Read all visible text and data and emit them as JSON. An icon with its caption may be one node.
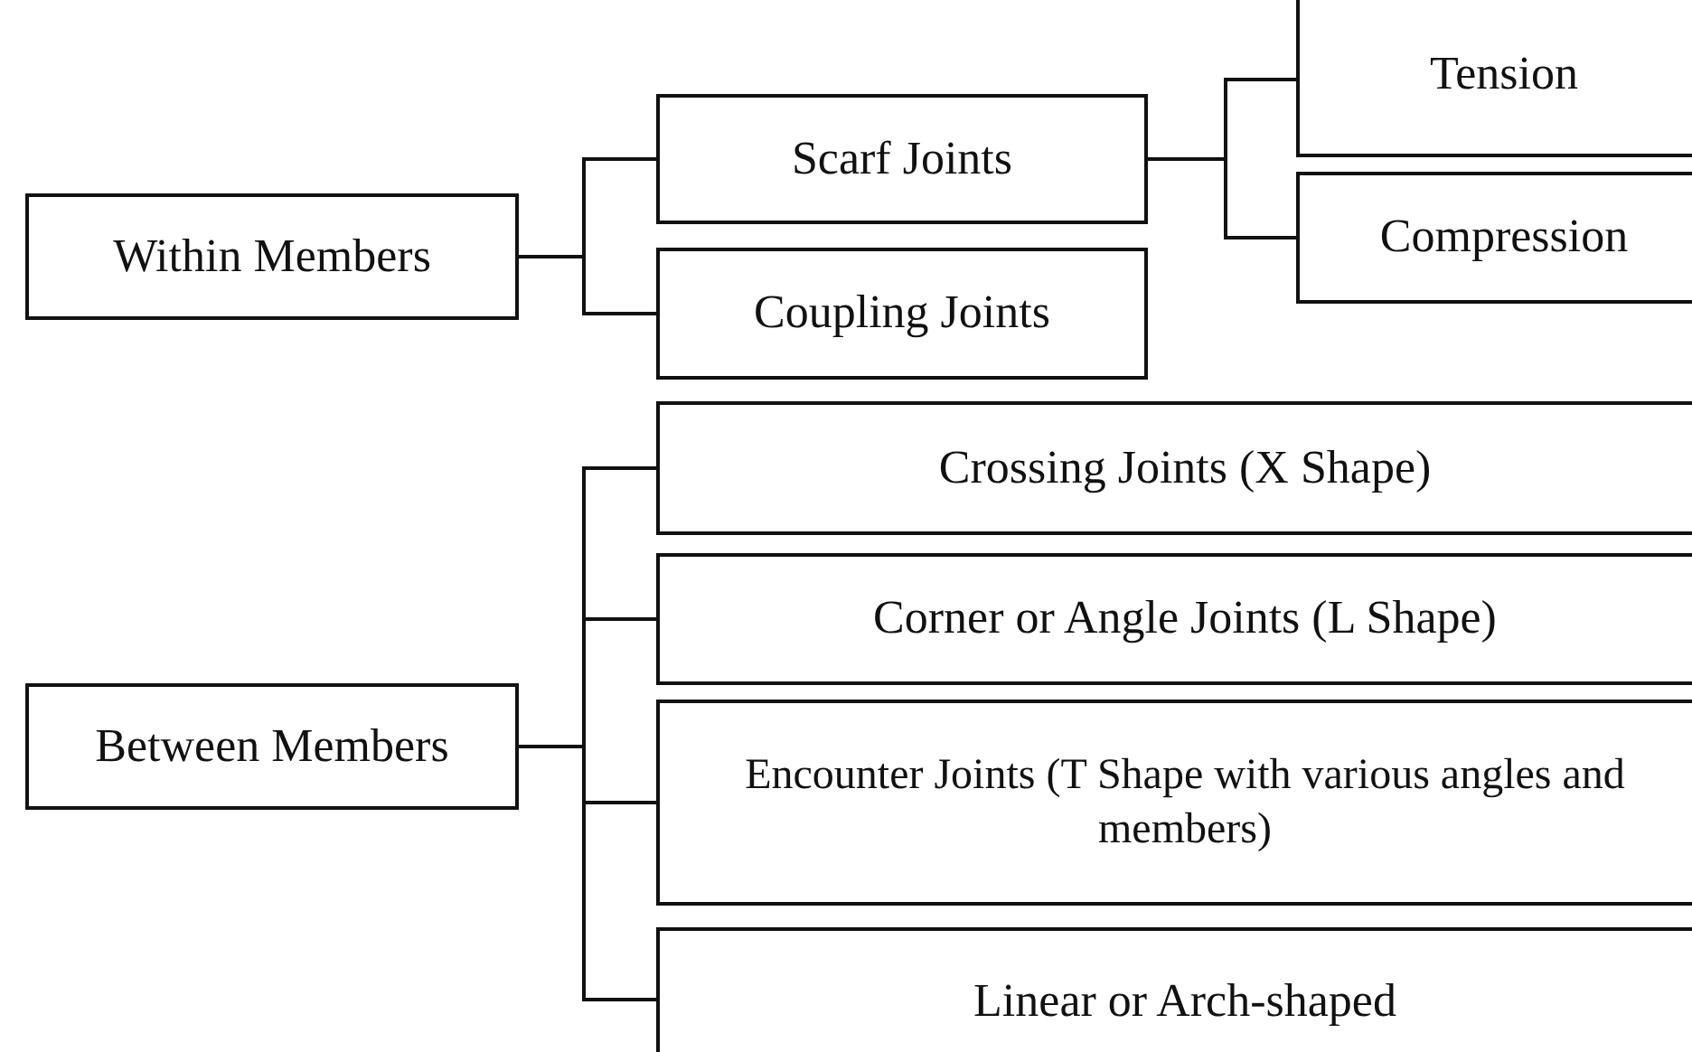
{
  "diagram": {
    "nodes": [
      {
        "text": [
          "Within Members"
        ]
      },
      {
        "text": [
          "Scarf Joints"
        ]
      },
      {
        "text": [
          "Coupling Joints"
        ]
      },
      {
        "text": [
          "Tension"
        ]
      },
      {
        "text": [
          "Compression"
        ]
      },
      {
        "text": [
          "Between Members"
        ]
      },
      {
        "text": [
          "Crossing Joints (X Shape)"
        ]
      },
      {
        "text": [
          "Corner or Angle Joints (L Shape)"
        ]
      },
      {
        "text": [
          "Encounter Joints (T Shape with various angles and members)"
        ]
      },
      {
        "text": [
          "Linear or Arch-shaped"
        ]
      }
    ],
    "edges": [
      {
        "from": 0,
        "to": 1,
        "arrow": "none"
      },
      {
        "from": 0,
        "to": 2,
        "arrow": "none"
      },
      {
        "from": 1,
        "to": 3,
        "arrow": "none"
      },
      {
        "from": 1,
        "to": 4,
        "arrow": "none"
      },
      {
        "from": 5,
        "to": 6,
        "arrow": "none"
      },
      {
        "from": 5,
        "to": 7,
        "arrow": "none"
      },
      {
        "from": 5,
        "to": 8,
        "arrow": "none"
      },
      {
        "from": 5,
        "to": 9,
        "arrow": "none"
      }
    ]
  }
}
